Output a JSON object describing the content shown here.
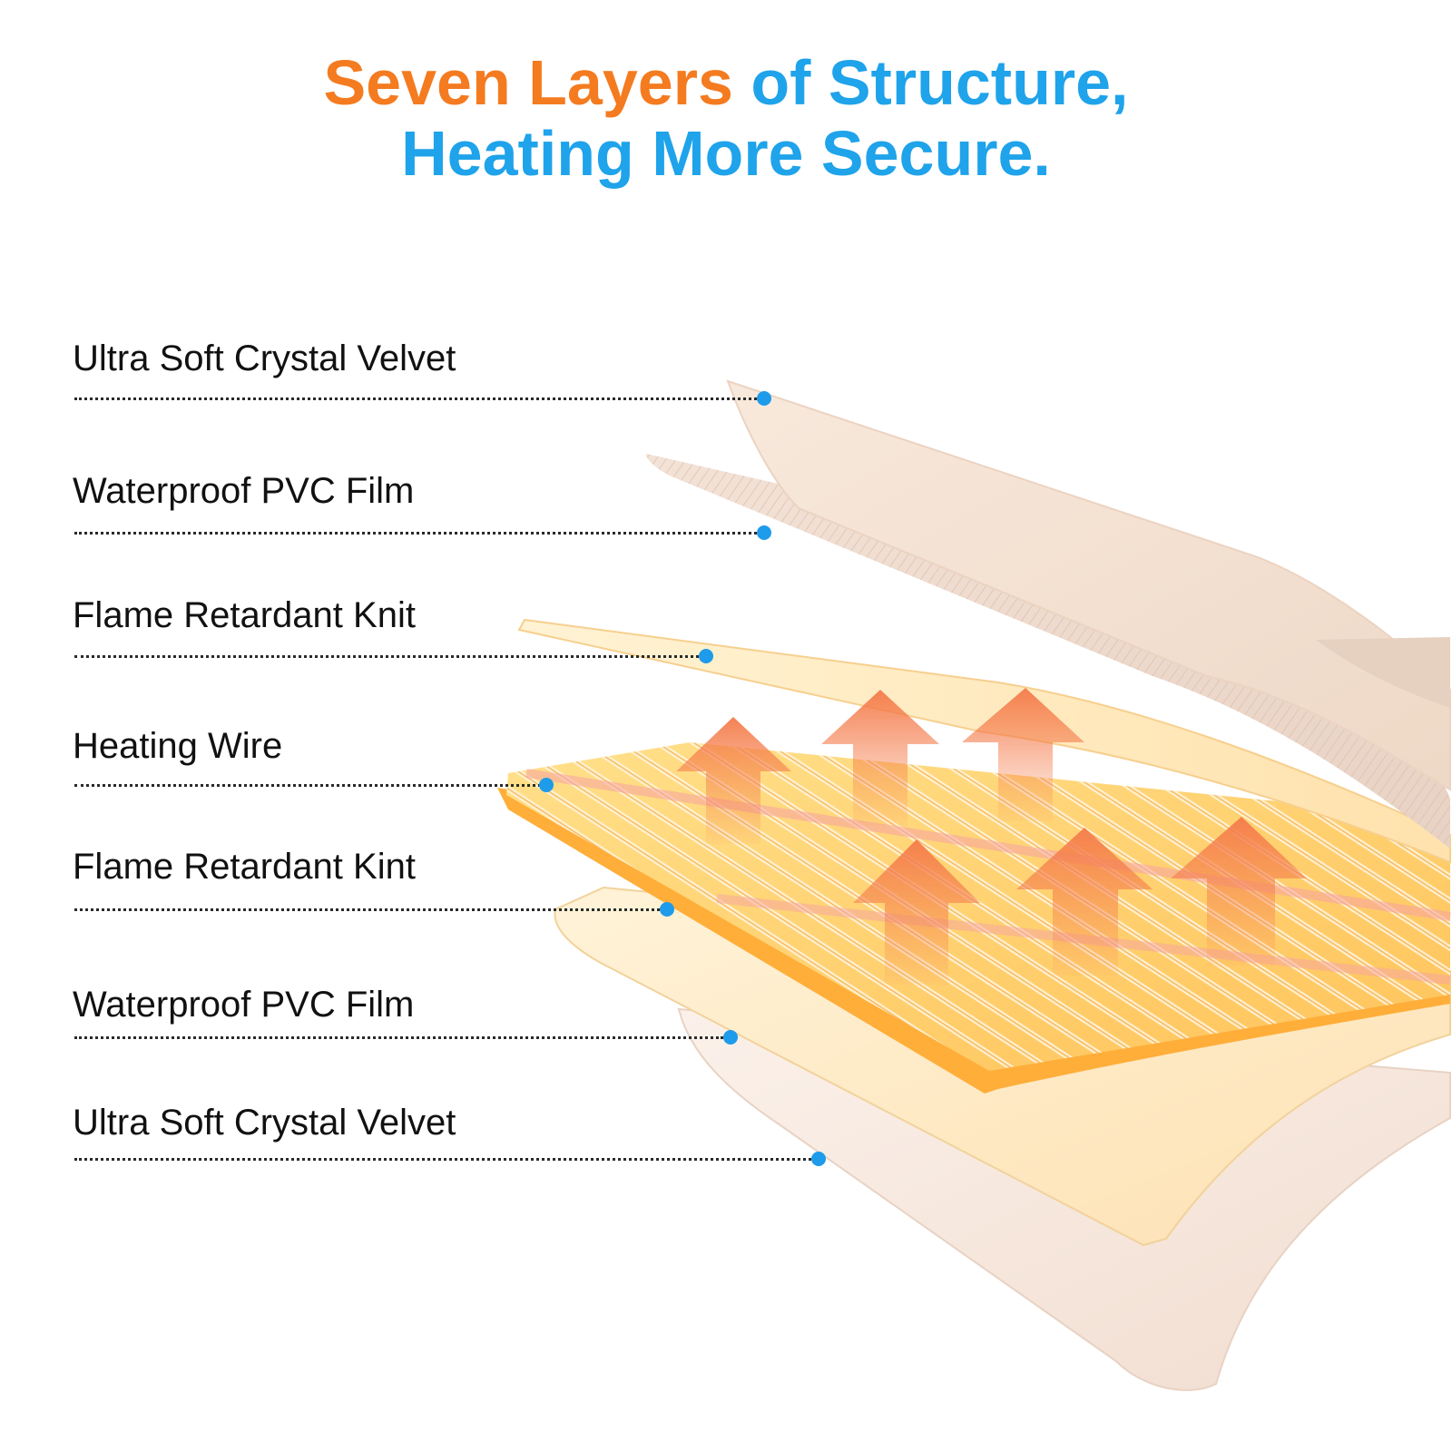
{
  "headline": {
    "line1_highlight": "Seven Layers",
    "line1_rest": " of Structure,",
    "line2": "Heating More Secure."
  },
  "colors": {
    "highlight": "#F47B20",
    "primary": "#1FA3EA",
    "marker": "#1E9BEA",
    "label": "#111111"
  },
  "layers": [
    {
      "name": "Ultra Soft Crystal Velvet"
    },
    {
      "name": "Waterproof PVC Film"
    },
    {
      "name": "Flame Retardant Knit"
    },
    {
      "name": "Heating Wire"
    },
    {
      "name": "Flame Retardant Kint"
    },
    {
      "name": "Waterproof PVC Film"
    },
    {
      "name": "Ultra Soft Crystal Velvet"
    }
  ]
}
